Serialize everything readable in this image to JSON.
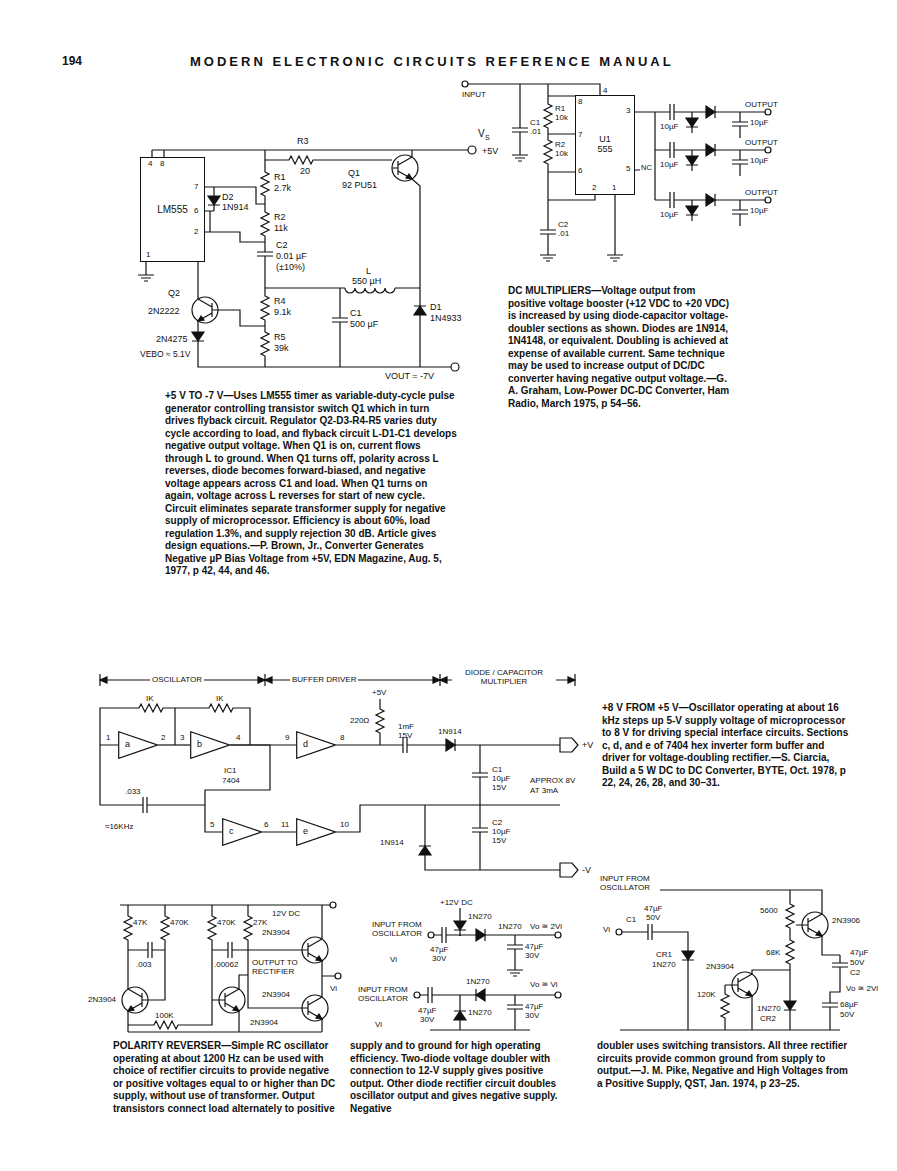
{
  "diagram": {
    "nodes": [
      {
        "text": [
          "LM555"
        ]
      },
      {
        "text": [
          "U1 555"
        ]
      },
      {
        "text": [
          "a"
        ]
      },
      {
        "text": [
          "b"
        ]
      },
      {
        "text": [
          "d"
        ]
      },
      {
        "text": [
          "c"
        ]
      },
      {
        "text": [
          "e"
        ]
      }
    ],
    "edges": [
      {
        "from": 2,
        "to": 3,
        "arrow": "none"
      },
      {
        "from": 3,
        "to": 4,
        "arrow": "none"
      },
      {
        "from": 3,
        "to": 5,
        "arrow": "none"
      },
      {
        "from": 5,
        "to": 6,
        "arrow": "none"
      }
    ],
    "labels": [
      "194",
      "MODERN ELECTRONIC CIRCUITS REFERENCE MANUAL",
      "V",
      "S",
      "+5V",
      "4",
      "8",
      "7",
      "6",
      "2",
      "1",
      "R3",
      "20",
      "R1",
      "2.7k",
      "D2",
      "1N914",
      "R2",
      "11k",
      "Q1",
      "92 PU51",
      "C2",
      "0.01 µF",
      "(±10%)",
      "L",
      "550 µH",
      "R4",
      "9.1k",
      "Q2",
      "2N2222",
      "C1",
      "500 µF",
      "D1",
      "1N4933",
      "R5",
      "39k",
      "2N4275",
      "VEBO ≈ 5.1V",
      "VOUT = -7V",
      "+5 V TO -7 V—Uses LM555 timer as variable-duty-cycle pulse generator controlling transistor switch Q1 which in turn drives flyback circuit. Regulator Q2-D3-R4-R5 varies duty cycle according to load, and flyback circuit L-D1-C1 develops negative output voltage. When Q1 is on, current flows through L to ground. When Q1 turns off, polarity across L reverses, diode becomes forward-biased, and negative voltage appears across C1 and load. When Q1 turns on again, voltage across L reverses for start of new cycle. Circuit eliminates separate transformer supply for negative supply of microprocessor. Efficiency is about 60%, load regulation 1.3%, and supply rejection 30 dB. Article gives design equations.—P. Brown, Jr., Converter Generates Negative µP Bias Voltage from +5V, EDN Magazine, Aug. 5, 1977, p 42, 44, and 46.",
      "INPUT",
      "C1",
      ".01",
      "R1",
      "10k",
      "R2",
      "10k",
      "8",
      "4",
      "7",
      "6",
      "2",
      "1",
      "3",
      "5",
      "NC",
      "C2",
      ".01",
      "OUTPUT",
      "10µF",
      "10µF",
      "OUTPUT",
      "10µF",
      "10µF",
      "OUTPUT",
      "10µF",
      "10µF",
      "DC MULTIPLIERS—Voltage output from positive voltage booster (+12 VDC to +20 VDC) is increased by using diode-capacitor voltage-doubler sections as shown. Diodes are 1N914, 1N4148, or equivalent. Doubling is achieved at expense of available current. Same technique may be used to increase output of DC/DC converter having negative output voltage.—G. A. Graham, Low-Power DC-DC Converter, Ham Radio, March 1975, p 54–56.",
      "OSCILLATOR",
      "BUFFER DRIVER",
      "DIODE / CAPACITOR MULTIPLIER",
      "+5V",
      "IK",
      "IK",
      "1",
      "2",
      "3",
      "4",
      "9",
      "8",
      "IC1",
      "7404",
      ".033",
      "≈16KHz",
      "220Ω",
      "1mF",
      "15V",
      "1N914",
      "C1",
      "10µF",
      "15V",
      "APPROX 8V",
      "AT 3mA",
      "5",
      "6",
      "11",
      "10",
      "C2",
      "10µF",
      "15V",
      "1N914",
      "+V",
      "-V",
      "+8 V FROM +5 V—Oscillator operating at about 16 kHz steps up 5-V supply voltage of microprocessor to 8 V for driving special interface circuits. Sections c, d, and e of 7404 hex inverter form buffer and driver for voltage-doubling rectifier.—S. Ciarcia, Build a 5 W DC to DC Converter, BYTE, Oct. 1978, p 22, 24, 26, 28, and 30–31.",
      "47K",
      "470K",
      "470K",
      "27K",
      "12V DC",
      ".003",
      ".00062",
      "2N3904",
      "2N3904",
      "2N3904",
      "OUTPUT TO RECTIFIER",
      "Vi",
      "2N3904",
      "100K",
      "POLARITY REVERSER—Simple RC oscillator operating at about 1200 Hz can be used with choice of rectifier circuits to provide negative or positive voltages equal to or higher than DC supply, without use of transformer. Output transistors connect load alternately to positive",
      "+12V DC",
      "1N270",
      "INPUT FROM OSCILLATOR",
      "47µF",
      "30V",
      "Vi",
      "1N270",
      "Vo ≅ 2Vi",
      "47µF",
      "30V",
      "INPUT FROM OSCILLATOR",
      "1N270",
      "Vo ≅ Vi",
      "47µF",
      "30V",
      "1N270",
      "47µF",
      "30V",
      "Vi",
      "supply and to ground for high operating efficiency. Two-diode voltage doubler with connection to 12-V supply gives positive output. Other diode rectifier circuit doubles oscillator output and gives negative supply. Negative",
      "INPUT FROM OSCILLATOR",
      "C1",
      "47µF",
      "50V",
      "Vi",
      "5600",
      "2N3906",
      "68K",
      "2N3904",
      "CR1",
      "1N270",
      "120K",
      "47µF",
      "50V",
      "C2",
      "Vo ≅ 2Vi",
      "1N270",
      "CR2",
      "68µF",
      "50V",
      "doubler uses switching transistors. All three rectifier circuits provide common ground from supply to output.—J. M. Pike, Negative and High Voltages from a Positive Supply, QST, Jan. 1974, p 23–25."
    ]
  }
}
